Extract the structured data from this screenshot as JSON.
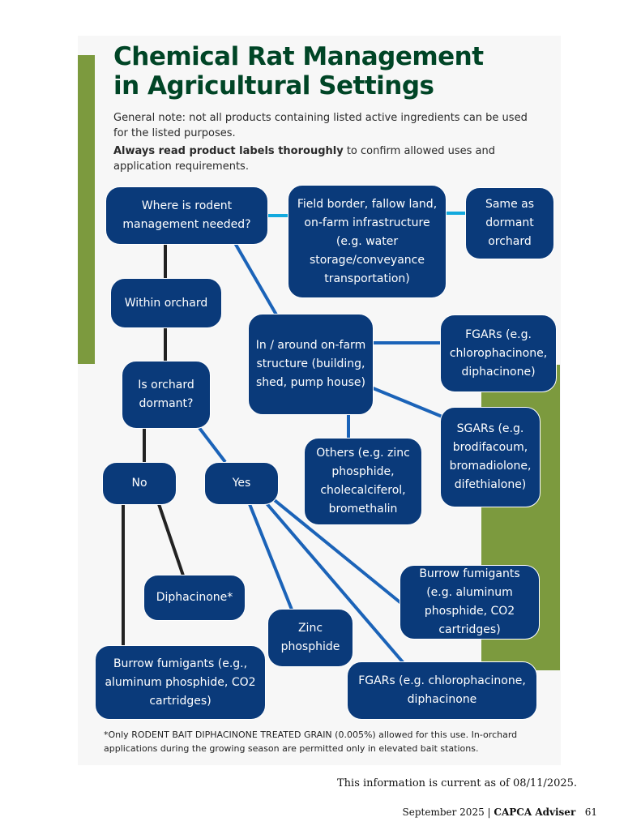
{
  "title": {
    "line1": "Chemical Rat Management",
    "line2": "in Agricultural Settings"
  },
  "notes": {
    "general": "General note: not all products containing listed active ingredients can be used for the listed purposes.",
    "label_bold": "Always read product labels thoroughly",
    "label_rest": " to confirm allowed uses and application requirements."
  },
  "nodes": {
    "where": "Where is rodent management needed?",
    "field": "Field border, fallow land, on-farm infrastructure (e.g. water storage/conveyance transportation)",
    "same_dormant": "Same as dormant orchard",
    "within_orchard": "Within orchard",
    "structure": "In / around on-farm structure (building, shed, pump house)",
    "fgars_structure": "FGARs (e.g. chlorophacinone, diphacinone)",
    "is_dormant": "Is orchard dormant?",
    "sgars": "SGARs (e.g. brodifacoum, bromadiolone, difethialone)",
    "others": "Others (e.g. zinc phosphide, cholecalciferol, bromethalin",
    "no": "No",
    "yes": "Yes",
    "diphacinone": "Diphacinone*",
    "burrow_yes": "Burrow fumigants (e.g. aluminum phosphide, CO2 cartridges)",
    "zinc": "Zinc phosphide",
    "burrow_no": "Burrow fumigants (e.g., aluminum phosphide, CO2 cartridges)",
    "fgars_yes": "FGARs (e.g. chlorophacinone, diphacinone"
  },
  "colors": {
    "node_fill": "#0a3a7a",
    "link_blue": "#1b63b8",
    "link_cyan": "#12a9de",
    "link_black": "#222222",
    "accent_green": "#7c9a3e",
    "title_green": "#004526"
  },
  "footnote": "*Only RODENT BAIT DIPHACINONE TREATED GRAIN (0.005%) allowed for this use. In-orchard applications during the growing season are permitted only in elevated bait stations.",
  "current_as_of": "This information is current as of 08/11/2025.",
  "page_footer": {
    "month": "September 2025 | ",
    "publication": "CAPCA Adviser",
    "page": "61"
  }
}
